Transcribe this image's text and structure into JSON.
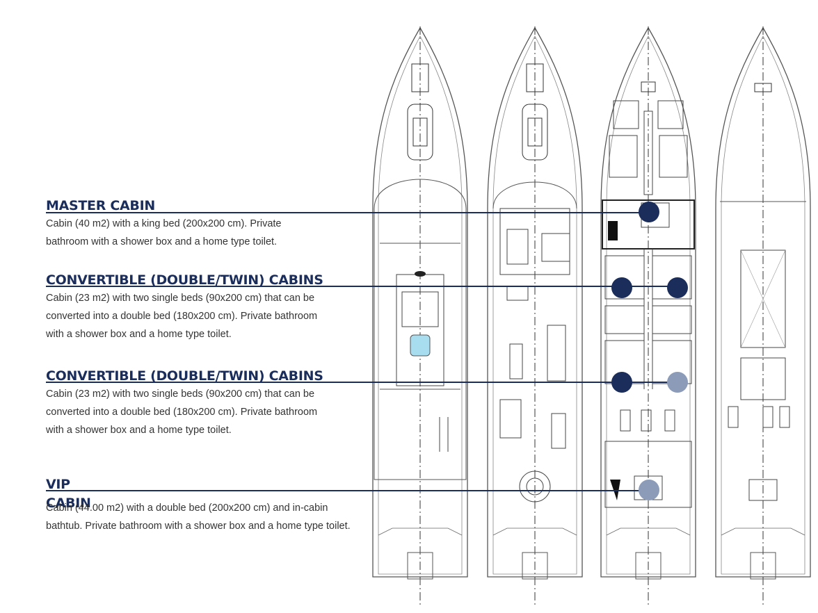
{
  "sections": [
    {
      "title": "MASTER CABIN",
      "description": "Cabin (40 m2) with a king bed (200x200 cm). Private bathroom with a shower box and a home type toilet."
    },
    {
      "title": "CONVERTIBLE (DOUBLE/TWIN) CABINS",
      "description": "Cabin (23 m2) with two single beds (90x200 cm) that can be converted into a double bed (180x200 cm). Private bathroom with a shower box and a home type toilet."
    },
    {
      "title": "CONVERTIBLE (DOUBLE/TWIN) CABINS",
      "description": "Cabin (23 m2) with two single beds (90x200 cm) that can be converted into a double bed (180x200 cm). Private bathroom with a shower box and a home type toilet."
    },
    {
      "title": "VIP CABIN",
      "description": "Cabin (44.00 m2) with a double bed (200x200 cm) and in-cabin bathtub. Private bathroom with a shower box and a home type toilet."
    }
  ],
  "colors": {
    "heading": "#1b2d5a",
    "marker_dark": "#1b2d5a",
    "marker_light": "#8b9bb8",
    "drawing_line": "#555555",
    "pool": "#a8dcef"
  }
}
